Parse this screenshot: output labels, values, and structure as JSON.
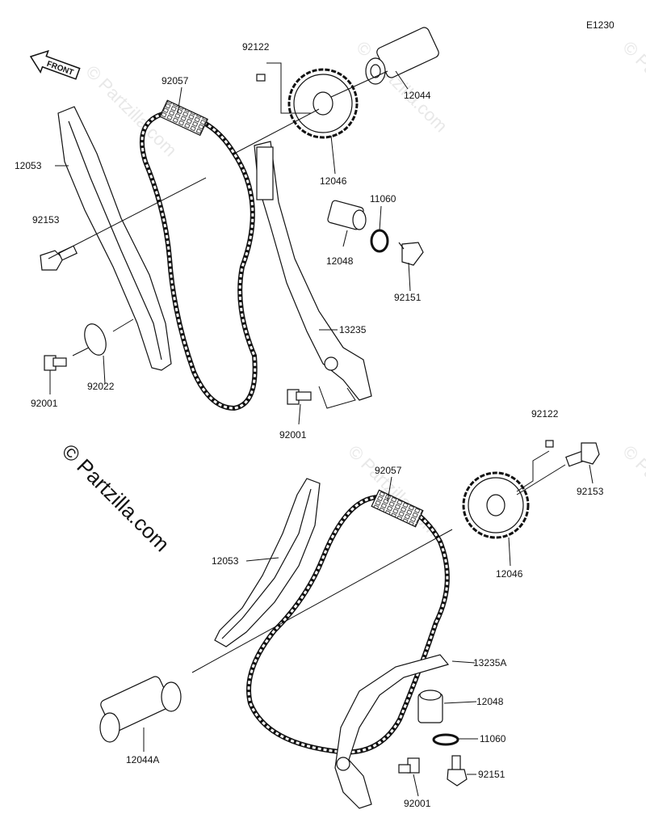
{
  "diagram": {
    "code": "E1230",
    "front_label": "FRONT",
    "copyright": "© Partzilla.com",
    "watermark": "© Partzilla.com",
    "top_parts": {
      "p92122": "92122",
      "p92057": "92057",
      "p12044": "12044",
      "p12046": "12046",
      "p12053": "12053",
      "p11060": "11060",
      "p92153": "92153",
      "p12048": "12048",
      "p92151": "92151",
      "p13235": "13235",
      "p92022": "92022",
      "p92001a": "92001",
      "p92001b": "92001"
    },
    "bottom_parts": {
      "p92122": "92122",
      "p92057": "92057",
      "p92153": "92153",
      "p12053": "12053",
      "p12046": "12046",
      "p13235A": "13235A",
      "p12048": "12048",
      "p11060": "11060",
      "p12044A": "12044A",
      "p92151": "92151",
      "p92001": "92001"
    }
  }
}
